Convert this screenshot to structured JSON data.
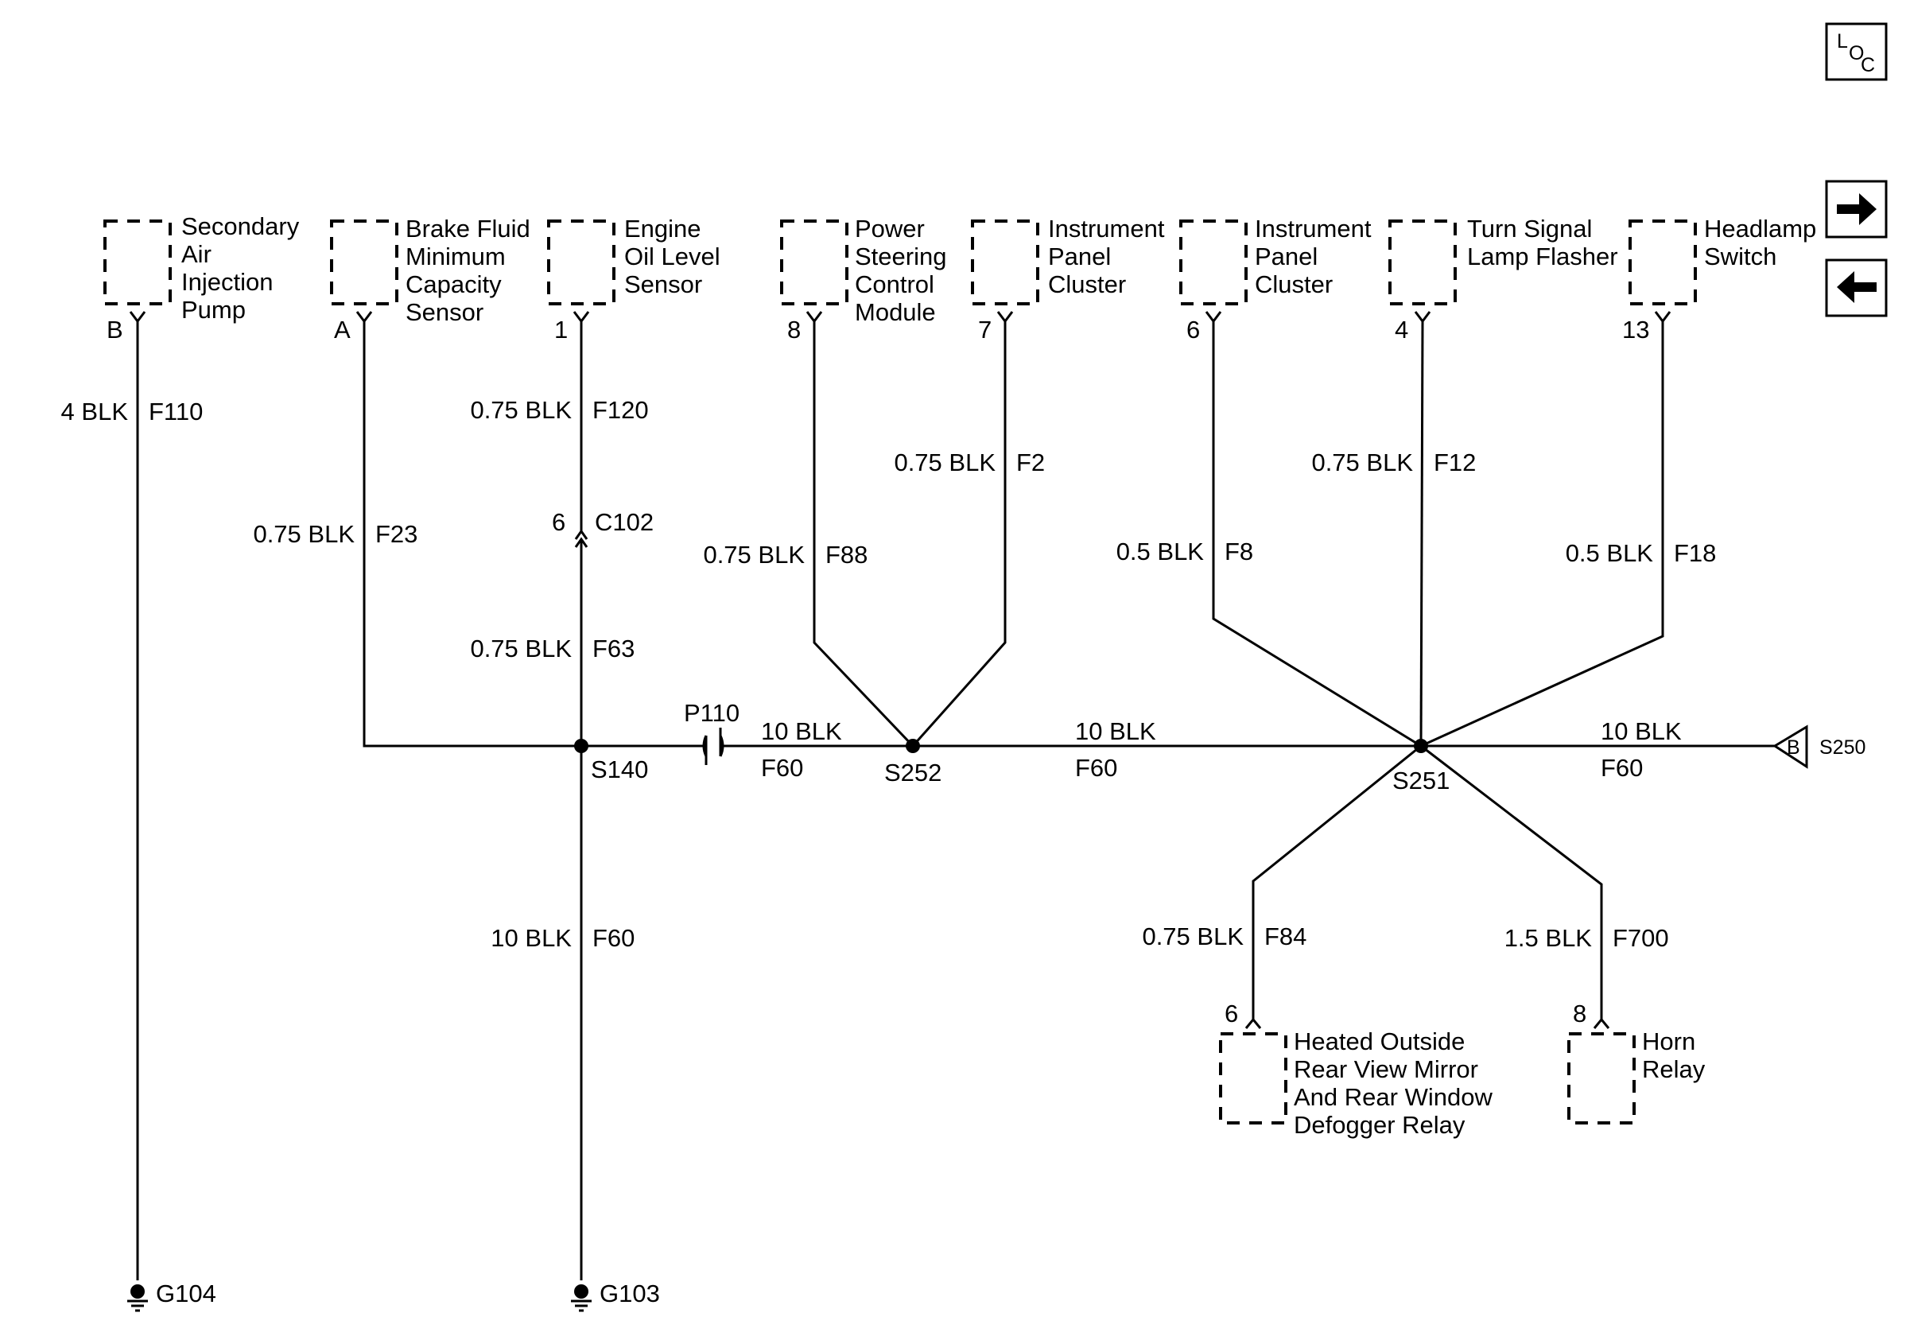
{
  "nav": {
    "loc_icon": "loc-icon",
    "next_icon": "arrow-right-icon",
    "prev_icon": "arrow-left-icon"
  },
  "components": {
    "secondary_air_injection_pump": [
      "Secondary",
      "Air",
      "Injection",
      "Pump"
    ],
    "brake_fluid_sensor": [
      "Brake Fluid",
      "Minimum",
      "Capacity",
      "Sensor"
    ],
    "engine_oil_level_sensor": [
      "Engine",
      "Oil Level",
      "Sensor"
    ],
    "power_steering_control_module": [
      "Power",
      "Steering",
      "Control",
      "Module"
    ],
    "instrument_panel_cluster_1": [
      "Instrument",
      "Panel",
      "Cluster"
    ],
    "instrument_panel_cluster_2": [
      "Instrument",
      "Panel",
      "Cluster"
    ],
    "turn_signal_lamp_flasher": [
      "Turn Signal",
      "Lamp Flasher"
    ],
    "headlamp_switch": [
      "Headlamp",
      "Switch"
    ],
    "heated_mirror_defogger_relay": [
      "Heated Outside",
      "Rear View Mirror",
      "And Rear Window",
      "Defogger Relay"
    ],
    "horn_relay": [
      "Horn",
      "Relay"
    ]
  },
  "pins": {
    "secondary_air": "B",
    "brake_fluid": "A",
    "engine_oil": "1",
    "power_steering": "8",
    "ipc_1": "7",
    "ipc_2": "6",
    "turn_signal": "4",
    "headlamp": "13",
    "heated_mirror": "6",
    "horn": "8",
    "c102": "6"
  },
  "wires": {
    "f110": {
      "size": "4 BLK",
      "circuit": "F110"
    },
    "f23": {
      "size": "0.75 BLK",
      "circuit": "F23"
    },
    "f120": {
      "size": "0.75 BLK",
      "circuit": "F120"
    },
    "f63": {
      "size": "0.75 BLK",
      "circuit": "F63"
    },
    "f60_vertical": {
      "size": "10 BLK",
      "circuit": "F60"
    },
    "f88": {
      "size": "0.75 BLK",
      "circuit": "F88"
    },
    "f2": {
      "size": "0.75 BLK",
      "circuit": "F2"
    },
    "f8": {
      "size": "0.5 BLK",
      "circuit": "F8"
    },
    "f12": {
      "size": "0.75 BLK",
      "circuit": "F12"
    },
    "f18": {
      "size": "0.5 BLK",
      "circuit": "F18"
    },
    "f60_a": {
      "size": "10 BLK",
      "circuit": "F60"
    },
    "f60_b": {
      "size": "10 BLK",
      "circuit": "F60"
    },
    "f60_c": {
      "size": "10 BLK",
      "circuit": "F60"
    },
    "f84": {
      "size": "0.75 BLK",
      "circuit": "F84"
    },
    "f700": {
      "size": "1.5 BLK",
      "circuit": "F700"
    }
  },
  "connectors": {
    "c102": "C102",
    "p110": "P110"
  },
  "splices": {
    "s140": "S140",
    "s252": "S252",
    "s251": "S251",
    "s250": "S250",
    "s250_pin": "B"
  },
  "grounds": {
    "g104": "G104",
    "g103": "G103"
  },
  "loc": {
    "l": "L",
    "o": "O",
    "c": "C"
  }
}
